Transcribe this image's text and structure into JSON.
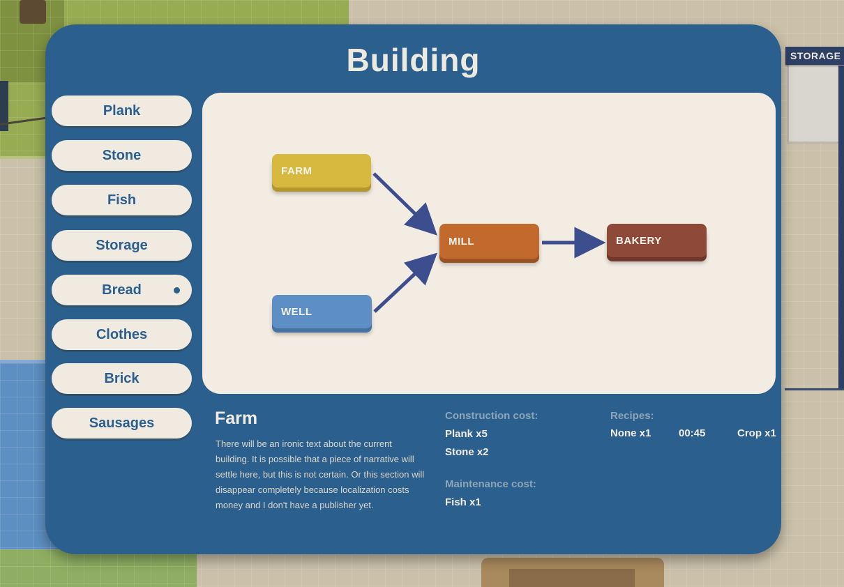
{
  "title": "Building",
  "background": {
    "storage_label": "STORAGE"
  },
  "sidebar": {
    "items": [
      {
        "label": "Plank",
        "selected": false
      },
      {
        "label": "Stone",
        "selected": false
      },
      {
        "label": "Fish",
        "selected": false
      },
      {
        "label": "Storage",
        "selected": false
      },
      {
        "label": "Bread",
        "selected": true
      },
      {
        "label": "Clothes",
        "selected": false
      },
      {
        "label": "Brick",
        "selected": false
      },
      {
        "label": "Sausages",
        "selected": false
      }
    ]
  },
  "diagram": {
    "nodes": [
      {
        "id": "farm",
        "label": "FARM",
        "color": "#d6b93e"
      },
      {
        "id": "well",
        "label": "WELL",
        "color": "#5d8fc6"
      },
      {
        "id": "mill",
        "label": "MILL",
        "color": "#c2692d"
      },
      {
        "id": "bakery",
        "label": "BAKERY",
        "color": "#8e4938"
      }
    ],
    "edges": [
      {
        "from": "farm",
        "to": "mill"
      },
      {
        "from": "well",
        "to": "mill"
      },
      {
        "from": "mill",
        "to": "bakery"
      }
    ],
    "edge_color": "#3c4e8e"
  },
  "details": {
    "name": "Farm",
    "description": "There will be an ironic text about the current building. It is possible that a piece of narrative will settle here, but this is not certain. Or this section will disappear completely because localization costs money and I don't have a publisher yet.",
    "construction_cost_label": "Construction cost:",
    "construction_cost": [
      "Plank x5",
      "Stone x2"
    ],
    "maintenance_cost_label": "Maintenance cost:",
    "maintenance_cost": [
      "Fish x1"
    ],
    "recipes_label": "Recipes:",
    "recipe": {
      "input": "None x1",
      "time": "00:45",
      "output": "Crop x1"
    }
  }
}
